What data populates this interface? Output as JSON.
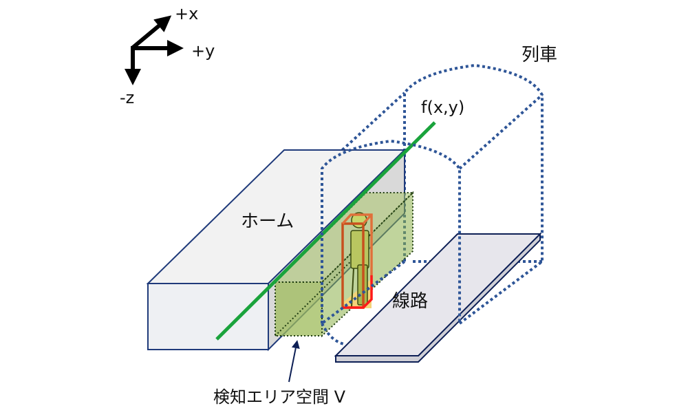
{
  "axes": {
    "x_label": "+x",
    "y_label": "+y",
    "z_label": "-z"
  },
  "labels": {
    "train": "列車",
    "function": "f(x,y)",
    "platform": "ホーム",
    "track": "線路",
    "detection_area": "検知エリア空間 V"
  },
  "colors": {
    "platform_outline": "#1f3a7a",
    "train_outline": "#2e5597",
    "line": "#1aa33c",
    "detection_fill": "#8db04a",
    "person_box": "#d0602a",
    "person_box_bottom": "#ff1a1a"
  }
}
